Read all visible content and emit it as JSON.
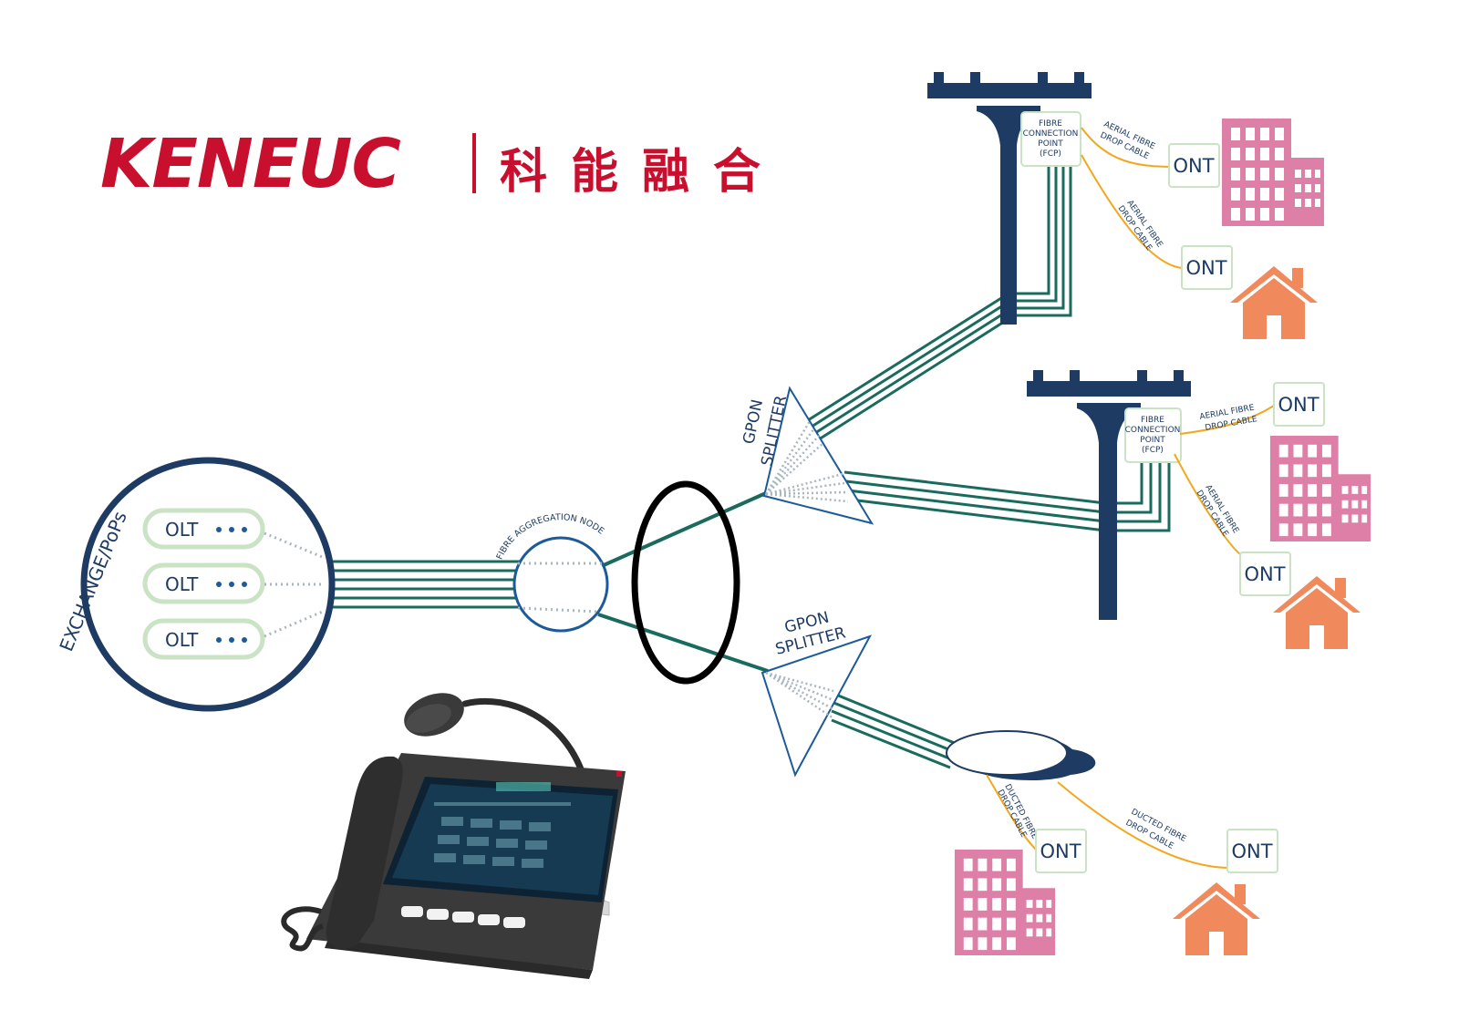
{
  "brand": {
    "name_en": "KENEUC",
    "name_cn": "科能融合"
  },
  "exchange": {
    "label": "EXCHANGE/PoPs",
    "olts": [
      {
        "label": "OLT"
      },
      {
        "label": "OLT"
      },
      {
        "label": "OLT"
      }
    ]
  },
  "aggregation_node": {
    "label": "FIBRE AGGREGATION NODE"
  },
  "splitter_top": {
    "line1": "GPON",
    "line2": "SPLITTER"
  },
  "splitter_bottom": {
    "line1": "GPON",
    "line2": "SPLITTER"
  },
  "fcp_top": {
    "lines": [
      "FIBRE",
      "CONNECTION",
      "POINT",
      "(FCP)"
    ]
  },
  "fcp_mid": {
    "lines": [
      "FIBRE",
      "CONNECTION",
      "POINT",
      "(FCP)"
    ]
  },
  "cables": {
    "aerial_line1": "AERIAL FIBRE",
    "aerial_line2": "DROP CABLE",
    "ducted_line1": "DUCTED FIBRE",
    "ducted_line2": "DROP CABLE"
  },
  "ont_label": "ONT",
  "colors": {
    "navy": "#1d3b63",
    "fibre_green": "#1a6b5e",
    "drop_cable": "#f2a81d",
    "building_pink": "#dd7fa6",
    "house_orange": "#f08a5d",
    "olt_green": "#c9e3c4",
    "brand_red": "#c8102e"
  }
}
